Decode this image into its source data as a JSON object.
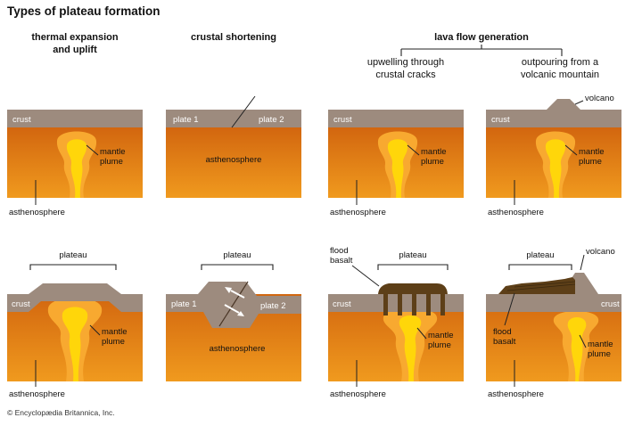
{
  "title": "Types of plateau formation",
  "copyright": "© Encyclopædia Britannica, Inc.",
  "headers": {
    "col1_line1": "thermal expansion",
    "col1_line2": "and uplift",
    "col2": "crustal shortening",
    "lava": "lava flow generation",
    "sub1_line1": "upwelling through",
    "sub1_line2": "crustal cracks",
    "sub2_line1": "outpouring from a",
    "sub2_line2": "volcanic mountain"
  },
  "labels": {
    "crust": "crust",
    "mantle_l1": "mantle",
    "mantle_l2": "plume",
    "asthenosphere": "asthenosphere",
    "plate1": "plate 1",
    "plate2": "plate 2",
    "volcano": "volcano",
    "plateau": "plateau",
    "flood_l1": "flood",
    "flood_l2": "basalt"
  },
  "colors": {
    "crust": "#9d8b7e",
    "asthenosphere_top": "#d2660f",
    "asthenosphere_bottom": "#f09a1e",
    "plume": "#f8a930",
    "plume_core": "#ffd60a",
    "flood_basalt": "#5d3f18"
  }
}
